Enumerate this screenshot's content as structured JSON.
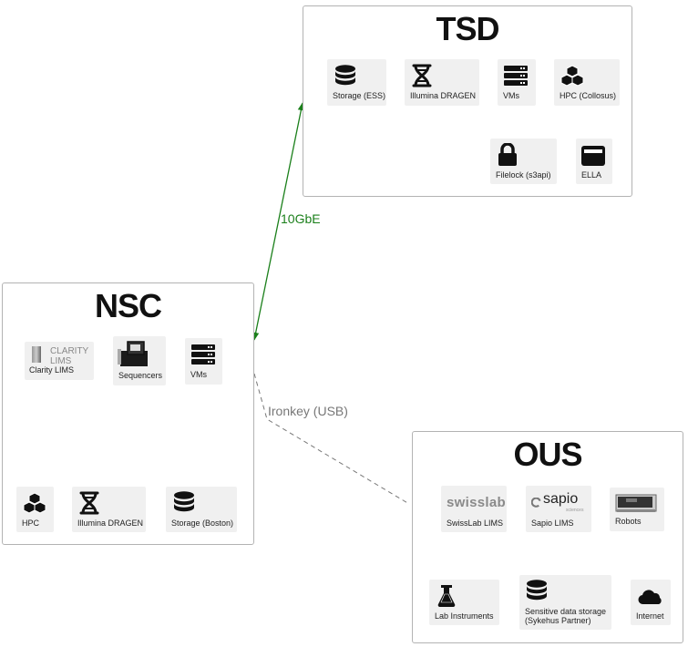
{
  "regions": {
    "tsd": {
      "title": "TSD",
      "nodes": [
        {
          "label": "Storage (ESS)",
          "icon": "database-icon"
        },
        {
          "label": "Illumina DRAGEN",
          "icon": "dna-icon"
        },
        {
          "label": "VMs",
          "icon": "server-icon"
        },
        {
          "label": "HPC (Collosus)",
          "icon": "cubes-icon"
        },
        {
          "label": "Filelock (s3api)",
          "icon": "lock-icon"
        },
        {
          "label": "ELLA",
          "icon": "window-icon"
        }
      ]
    },
    "nsc": {
      "title": "NSC",
      "nodes": [
        {
          "label": "Clarity LIMS",
          "icon": "clarity-lims-logo",
          "logo_text": [
            "CLARITY",
            "LIMS"
          ]
        },
        {
          "label": "Sequencers",
          "icon": "sequencer-icon"
        },
        {
          "label": "VMs",
          "icon": "server-icon"
        },
        {
          "label": "HPC",
          "icon": "cubes-icon"
        },
        {
          "label": "Illumina DRAGEN",
          "icon": "dna-icon"
        },
        {
          "label": "Storage (Boston)",
          "icon": "database-icon"
        }
      ]
    },
    "ous": {
      "title": "OUS",
      "nodes": [
        {
          "label": "SwissLab LIMS",
          "icon": "swisslab-logo",
          "logo_text": "swisslab"
        },
        {
          "label": "Sapio LIMS",
          "icon": "sapio-logo",
          "logo_text": "sapio",
          "logo_subtext": "sciences"
        },
        {
          "label": "Robots",
          "icon": "robot-icon"
        },
        {
          "label": "Lab Instruments",
          "icon": "flask-icon"
        },
        {
          "label": "Sensitive data storage",
          "label2": "(Sykehus Partner)",
          "icon": "database-icon"
        },
        {
          "label": "Internet",
          "icon": "cloud-icon"
        }
      ]
    }
  },
  "connections": [
    {
      "from": "NSC",
      "to": "TSD",
      "label": "10GbE",
      "style": "solid",
      "arrows": "both",
      "color": "#1a7f1a"
    },
    {
      "from": "NSC",
      "to": "OUS",
      "label": "Ironkey (USB)",
      "style": "dashed",
      "arrows": "none",
      "color": "#777777"
    }
  ]
}
